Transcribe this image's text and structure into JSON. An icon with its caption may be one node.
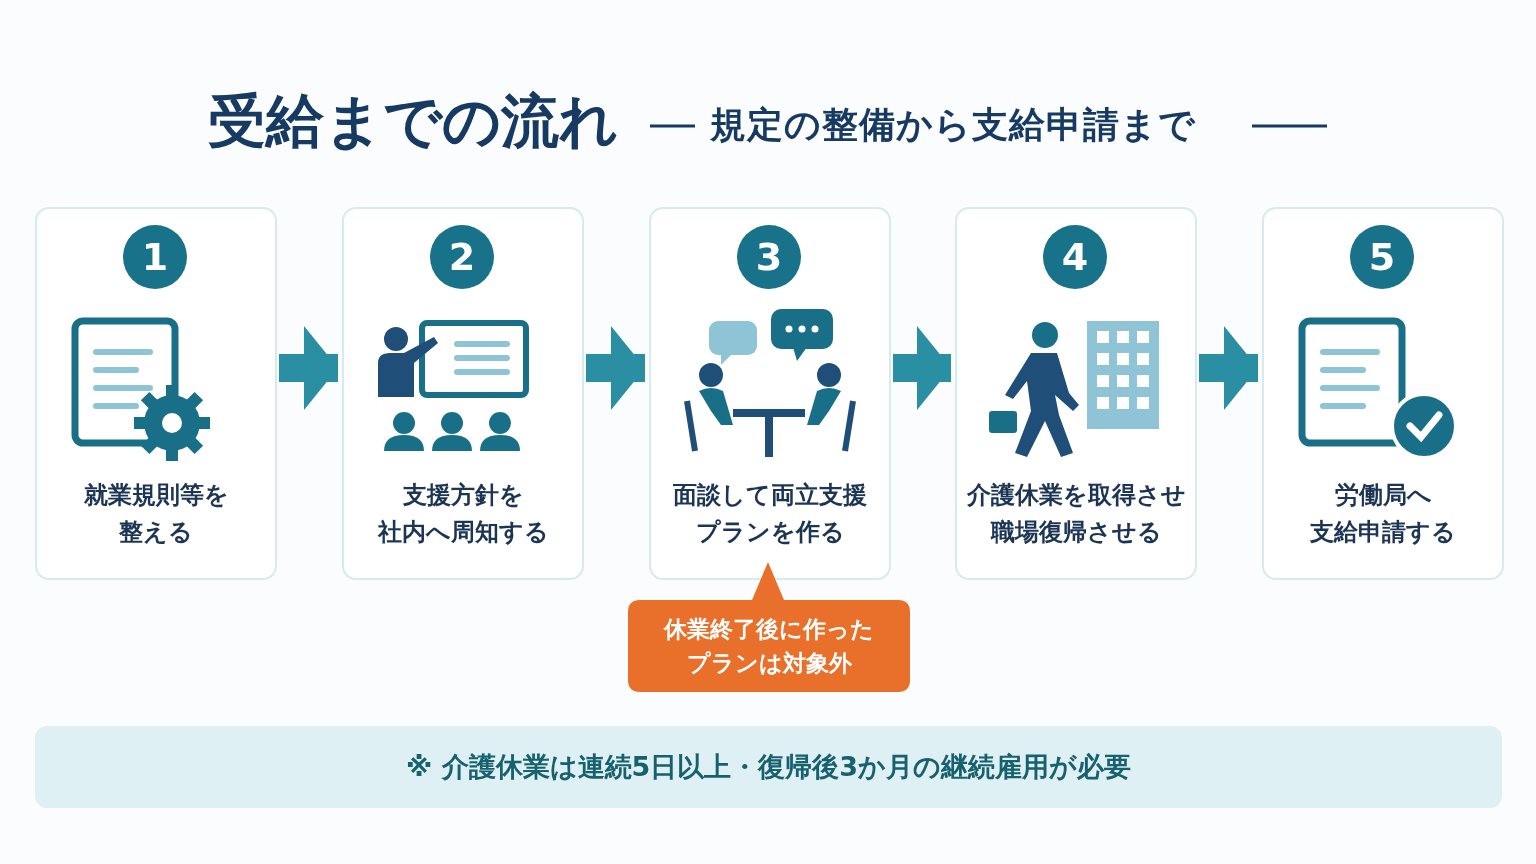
{
  "diagram": {
    "title": "受給までの流れ",
    "nodes": [
      {
        "text": [
          "1",
          "就業規則等を整える"
        ]
      },
      {
        "text": [
          "2",
          "支援方針を社内へ周知する"
        ]
      },
      {
        "text": [
          "3",
          "面談して両立支援プランを作る"
        ]
      },
      {
        "text": [
          "4",
          "介護休業を取得させ職場復帰させる"
        ]
      },
      {
        "text": [
          "5",
          "労働局へ支給申請する"
        ]
      },
      {
        "text": [
          "休業終了後に作ったプランは対象外"
        ]
      },
      {
        "text": [
          "※ 介護休業は連続5日以上・復帰後3か月の継続雇用が必要"
        ]
      }
    ],
    "edges": [
      {
        "from": 0,
        "to": 1,
        "arrow": "to"
      },
      {
        "from": 1,
        "to": 2,
        "arrow": "to"
      },
      {
        "from": 2,
        "to": 3,
        "arrow": "to"
      },
      {
        "from": 3,
        "to": 4,
        "arrow": "to"
      }
    ],
    "labels": [
      "規定の整備から支給申請まで"
    ]
  }
}
